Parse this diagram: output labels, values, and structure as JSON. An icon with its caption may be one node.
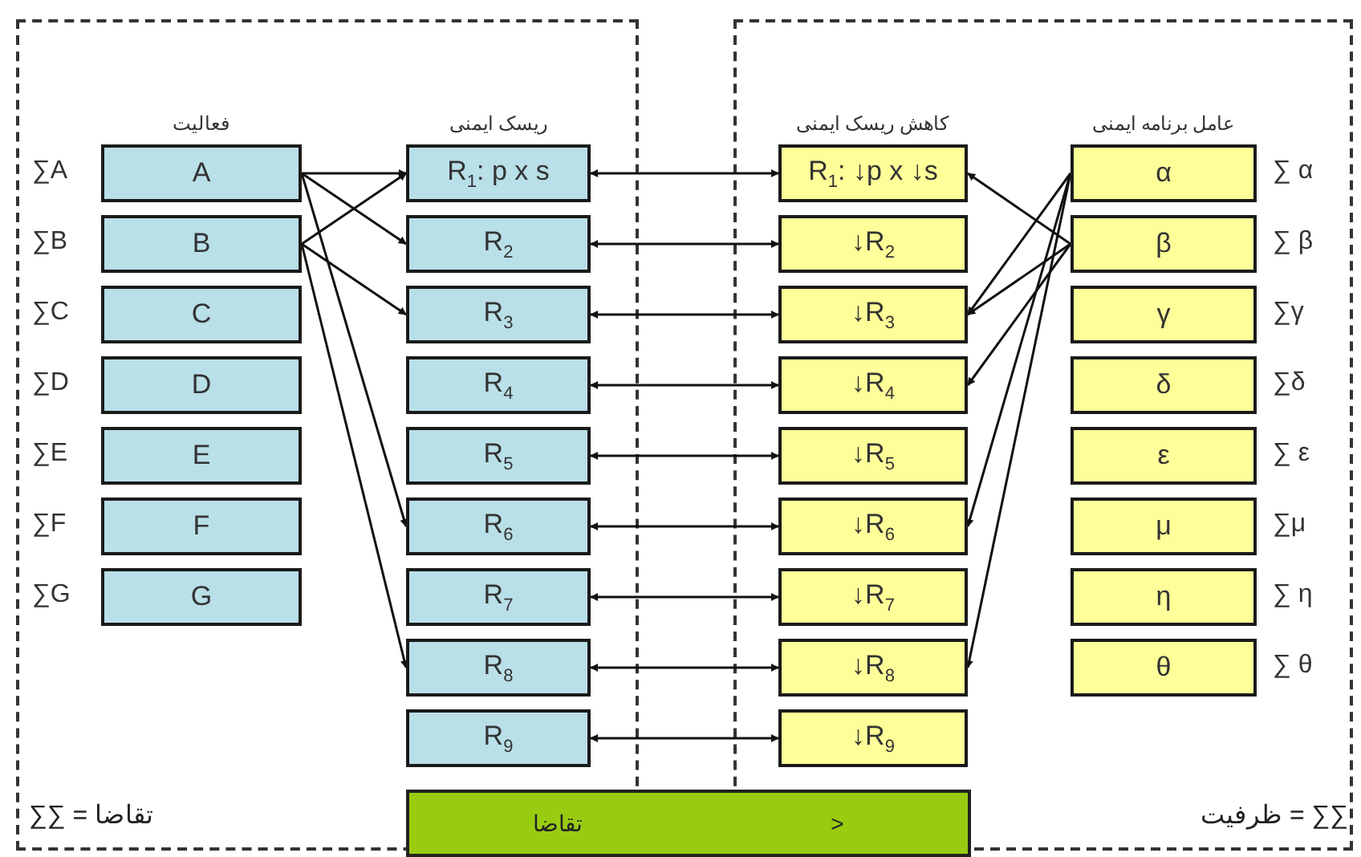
{
  "diagram": {
    "nodes": [
      {
        "text": [],
        "shape": "box"
      },
      {
        "text": [],
        "shape": "box"
      },
      {
        "text": [
          "A"
        ],
        "in": 0,
        "beside": [
          "فعالیت",
          "∑A"
        ]
      },
      {
        "text": [
          "B"
        ],
        "in": 0,
        "beside": [
          "∑B"
        ]
      },
      {
        "text": [
          "C"
        ],
        "in": 0,
        "beside": [
          "∑C"
        ]
      },
      {
        "text": [
          "D"
        ],
        "in": 0,
        "beside": [
          "∑D"
        ]
      },
      {
        "text": [
          "E"
        ],
        "in": 0,
        "beside": [
          "∑E"
        ]
      },
      {
        "text": [
          "F"
        ],
        "in": 0,
        "beside": [
          "∑F"
        ]
      },
      {
        "text": [
          "G"
        ],
        "in": 0,
        "beside": [
          "∑G"
        ]
      },
      {
        "text": [
          "R$_{1}$: p x s"
        ],
        "in": 0,
        "beside": [
          "ریسک ایمنی"
        ]
      },
      {
        "text": [
          "R$_{2}$"
        ],
        "in": 0
      },
      {
        "text": [
          "R$_{3}$"
        ],
        "in": 0
      },
      {
        "text": [
          "R$_{4}$"
        ],
        "in": 0
      },
      {
        "text": [
          "R$_{5}$"
        ],
        "in": 0
      },
      {
        "text": [
          "R$_{6}$"
        ],
        "in": 0
      },
      {
        "text": [
          "R$_{7}$"
        ],
        "in": 0
      },
      {
        "text": [
          "R$_{8}$"
        ],
        "in": 0
      },
      {
        "text": [
          "R$_{9}$"
        ],
        "in": 0
      },
      {
        "text": [
          "R$_{1}$: ↓p x ↓s"
        ],
        "in": 1,
        "beside": [
          "کاهش ریسک ایمنی"
        ]
      },
      {
        "text": [
          "↓R$_{2}$"
        ],
        "in": 1
      },
      {
        "text": [
          "↓R$_{3}$"
        ],
        "in": 1
      },
      {
        "text": [
          "↓R$_{4}$"
        ],
        "in": 1
      },
      {
        "text": [
          "↓R$_{5}$"
        ],
        "in": 1
      },
      {
        "text": [
          "↓R$_{6}$"
        ],
        "in": 1
      },
      {
        "text": [
          "↓R$_{7}$"
        ],
        "in": 1
      },
      {
        "text": [
          "↓R$_{8}$"
        ],
        "in": 1
      },
      {
        "text": [
          "↓R$_{9}$"
        ],
        "in": 1
      },
      {
        "text": [
          "α"
        ],
        "in": 1,
        "beside": [
          "عامل برنامه ایمنی",
          "∑ α"
        ]
      },
      {
        "text": [
          "β"
        ],
        "in": 1,
        "beside": [
          "∑ β"
        ]
      },
      {
        "text": [
          "γ"
        ],
        "in": 1,
        "beside": [
          "∑γ"
        ]
      },
      {
        "text": [
          "δ"
        ],
        "in": 1,
        "beside": [
          "∑δ"
        ]
      },
      {
        "text": [
          "ε"
        ],
        "in": 1,
        "beside": [
          "∑ ε"
        ]
      },
      {
        "text": [
          "μ"
        ],
        "in": 1,
        "beside": [
          "∑μ"
        ]
      },
      {
        "text": [
          "η"
        ],
        "in": 1,
        "beside": [
          "∑ η"
        ]
      },
      {
        "text": [
          "θ"
        ],
        "in": 1,
        "beside": [
          "∑ θ"
        ]
      },
      {
        "text": [
          "<",
          "تقاضا"
        ]
      }
    ],
    "edges": [
      {
        "from": 2,
        "to": 9,
        "arrow": "to"
      },
      {
        "from": 2,
        "to": 10,
        "arrow": "to"
      },
      {
        "from": 2,
        "to": 14,
        "arrow": "to"
      },
      {
        "from": 3,
        "to": 9,
        "arrow": "to"
      },
      {
        "from": 3,
        "to": 11,
        "arrow": "to"
      },
      {
        "from": 3,
        "to": 16,
        "arrow": "to"
      },
      {
        "from": 9,
        "to": 18,
        "arrow": "both"
      },
      {
        "from": 10,
        "to": 19,
        "arrow": "both"
      },
      {
        "from": 11,
        "to": 20,
        "arrow": "both"
      },
      {
        "from": 12,
        "to": 21,
        "arrow": "both"
      },
      {
        "from": 13,
        "to": 22,
        "arrow": "both"
      },
      {
        "from": 14,
        "to": 23,
        "arrow": "both"
      },
      {
        "from": 15,
        "to": 24,
        "arrow": "both"
      },
      {
        "from": 16,
        "to": 25,
        "arrow": "both"
      },
      {
        "from": 17,
        "to": 26,
        "arrow": "both"
      },
      {
        "from": 27,
        "to": 20,
        "arrow": "to"
      },
      {
        "from": 27,
        "to": 23,
        "arrow": "to"
      },
      {
        "from": 27,
        "to": 25,
        "arrow": "to"
      },
      {
        "from": 28,
        "to": 18,
        "arrow": "to"
      },
      {
        "from": 28,
        "to": 20,
        "arrow": "to"
      },
      {
        "from": 28,
        "to": 21,
        "arrow": "to"
      }
    ],
    "labels": [
      "∑∑ = تقاضا",
      "ظرفیت = ∑∑"
    ]
  }
}
